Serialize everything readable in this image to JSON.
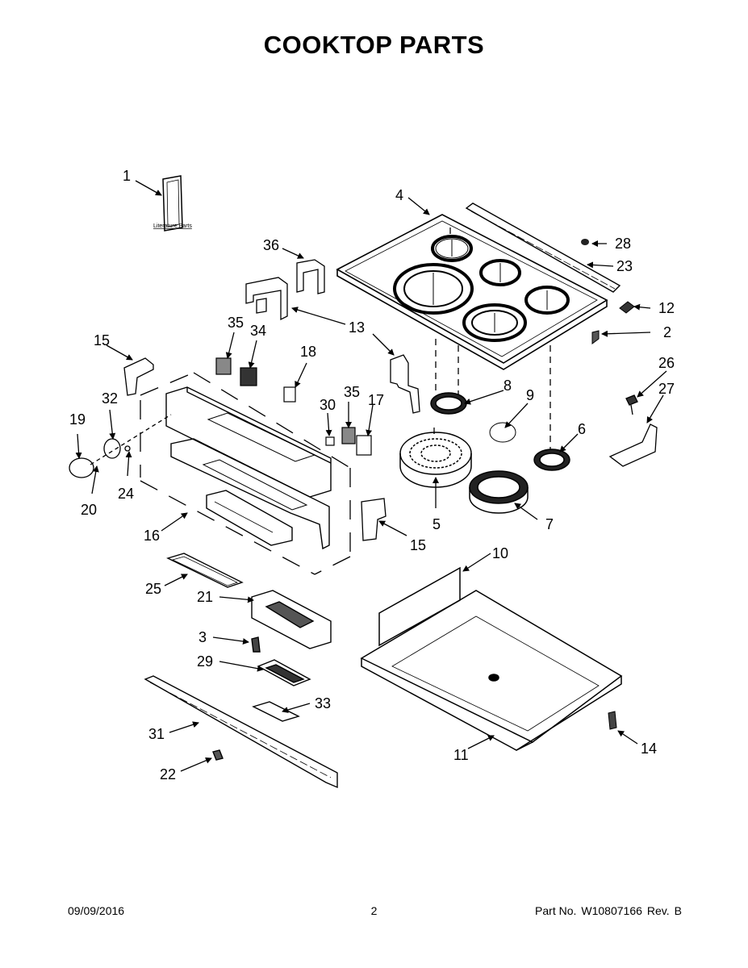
{
  "title": "COOKTOP PARTS",
  "literature_label": "Literature Parts",
  "callouts": {
    "c1": "1",
    "c2": "2",
    "c3": "3",
    "c4": "4",
    "c5": "5",
    "c6": "6",
    "c7": "7",
    "c8": "8",
    "c9": "9",
    "c10": "10",
    "c11": "11",
    "c12": "12",
    "c13": "13",
    "c14": "14",
    "c15a": "15",
    "c15b": "15",
    "c16": "16",
    "c17": "17",
    "c18": "18",
    "c19": "19",
    "c20": "20",
    "c21": "21",
    "c22": "22",
    "c23": "23",
    "c24": "24",
    "c25": "25",
    "c26": "26",
    "c27": "27",
    "c28": "28",
    "c29": "29",
    "c30": "30",
    "c31": "31",
    "c32": "32",
    "c33": "33",
    "c34": "34",
    "c35a": "35",
    "c35b": "35",
    "c36": "36"
  },
  "footer": {
    "date": "09/09/2016",
    "page": "2",
    "part_no_label": "Part No.",
    "part_no": "W10807166",
    "rev_label": "Rev.",
    "rev": "B"
  }
}
